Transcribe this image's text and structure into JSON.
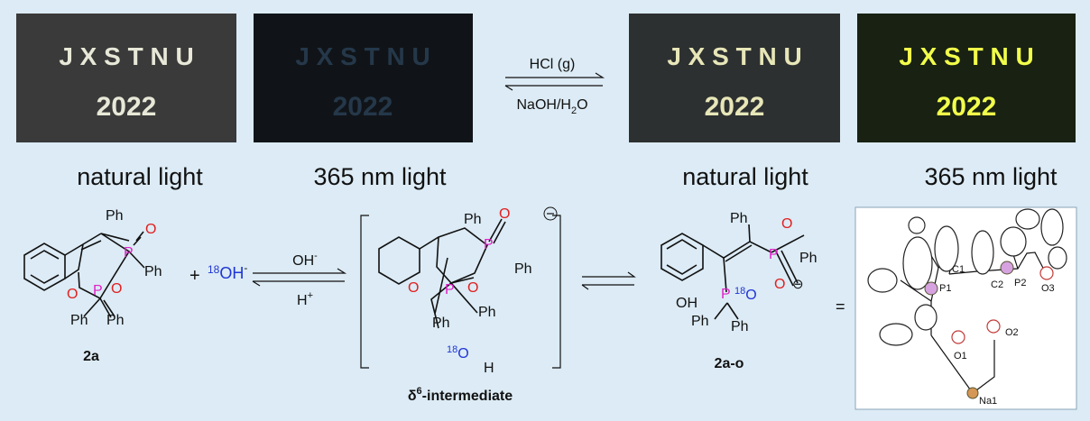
{
  "photos": [
    {
      "line1": "J X S T N U",
      "line2": "2022",
      "caption": "natural light",
      "bg": "#3a3a3a",
      "text_color": "#e8e8d8"
    },
    {
      "line1": "J X S T N U",
      "line2": "2022",
      "caption": "365 nm light",
      "bg": "#101418",
      "text_color": "#25384a"
    },
    {
      "line1": "J X S T N U",
      "line2": "2022",
      "caption": "natural light",
      "bg": "#2d3030",
      "text_color": "#e7e6b8"
    },
    {
      "line1": "J X S T N U",
      "line2": "2022",
      "caption": "365 nm light",
      "bg": "#182112",
      "text_color": "#f2ff4a"
    }
  ],
  "equilibrium_top": {
    "top": "HCl (g)",
    "bottom_prefix": "NaOH/H",
    "bottom_sub": "2",
    "bottom_suffix": "O"
  },
  "equilibrium_mid": {
    "top": "OH",
    "top_sup": "-",
    "bottom": "H",
    "bottom_sup": "+"
  },
  "reactant_label": "2a",
  "plus": "+",
  "hydroxide": {
    "iso": "18",
    "text": "OH",
    "charge": "-"
  },
  "intermediate_label_prefix": "δ",
  "intermediate_label_sup": "6",
  "intermediate_label_suffix": "-intermediate",
  "product_label": "2a-o",
  "equals": "=",
  "atoms": {
    "Ph": "Ph",
    "P": "P",
    "O": "O",
    "OH": "OH",
    "H": "H",
    "eighteen": "18"
  },
  "crystal_labels": {
    "c1": "C1",
    "c2": "C2",
    "p1": "P1",
    "p2": "P2",
    "o1": "O1",
    "o2": "O2",
    "o3": "O3",
    "na1": "Na1"
  }
}
